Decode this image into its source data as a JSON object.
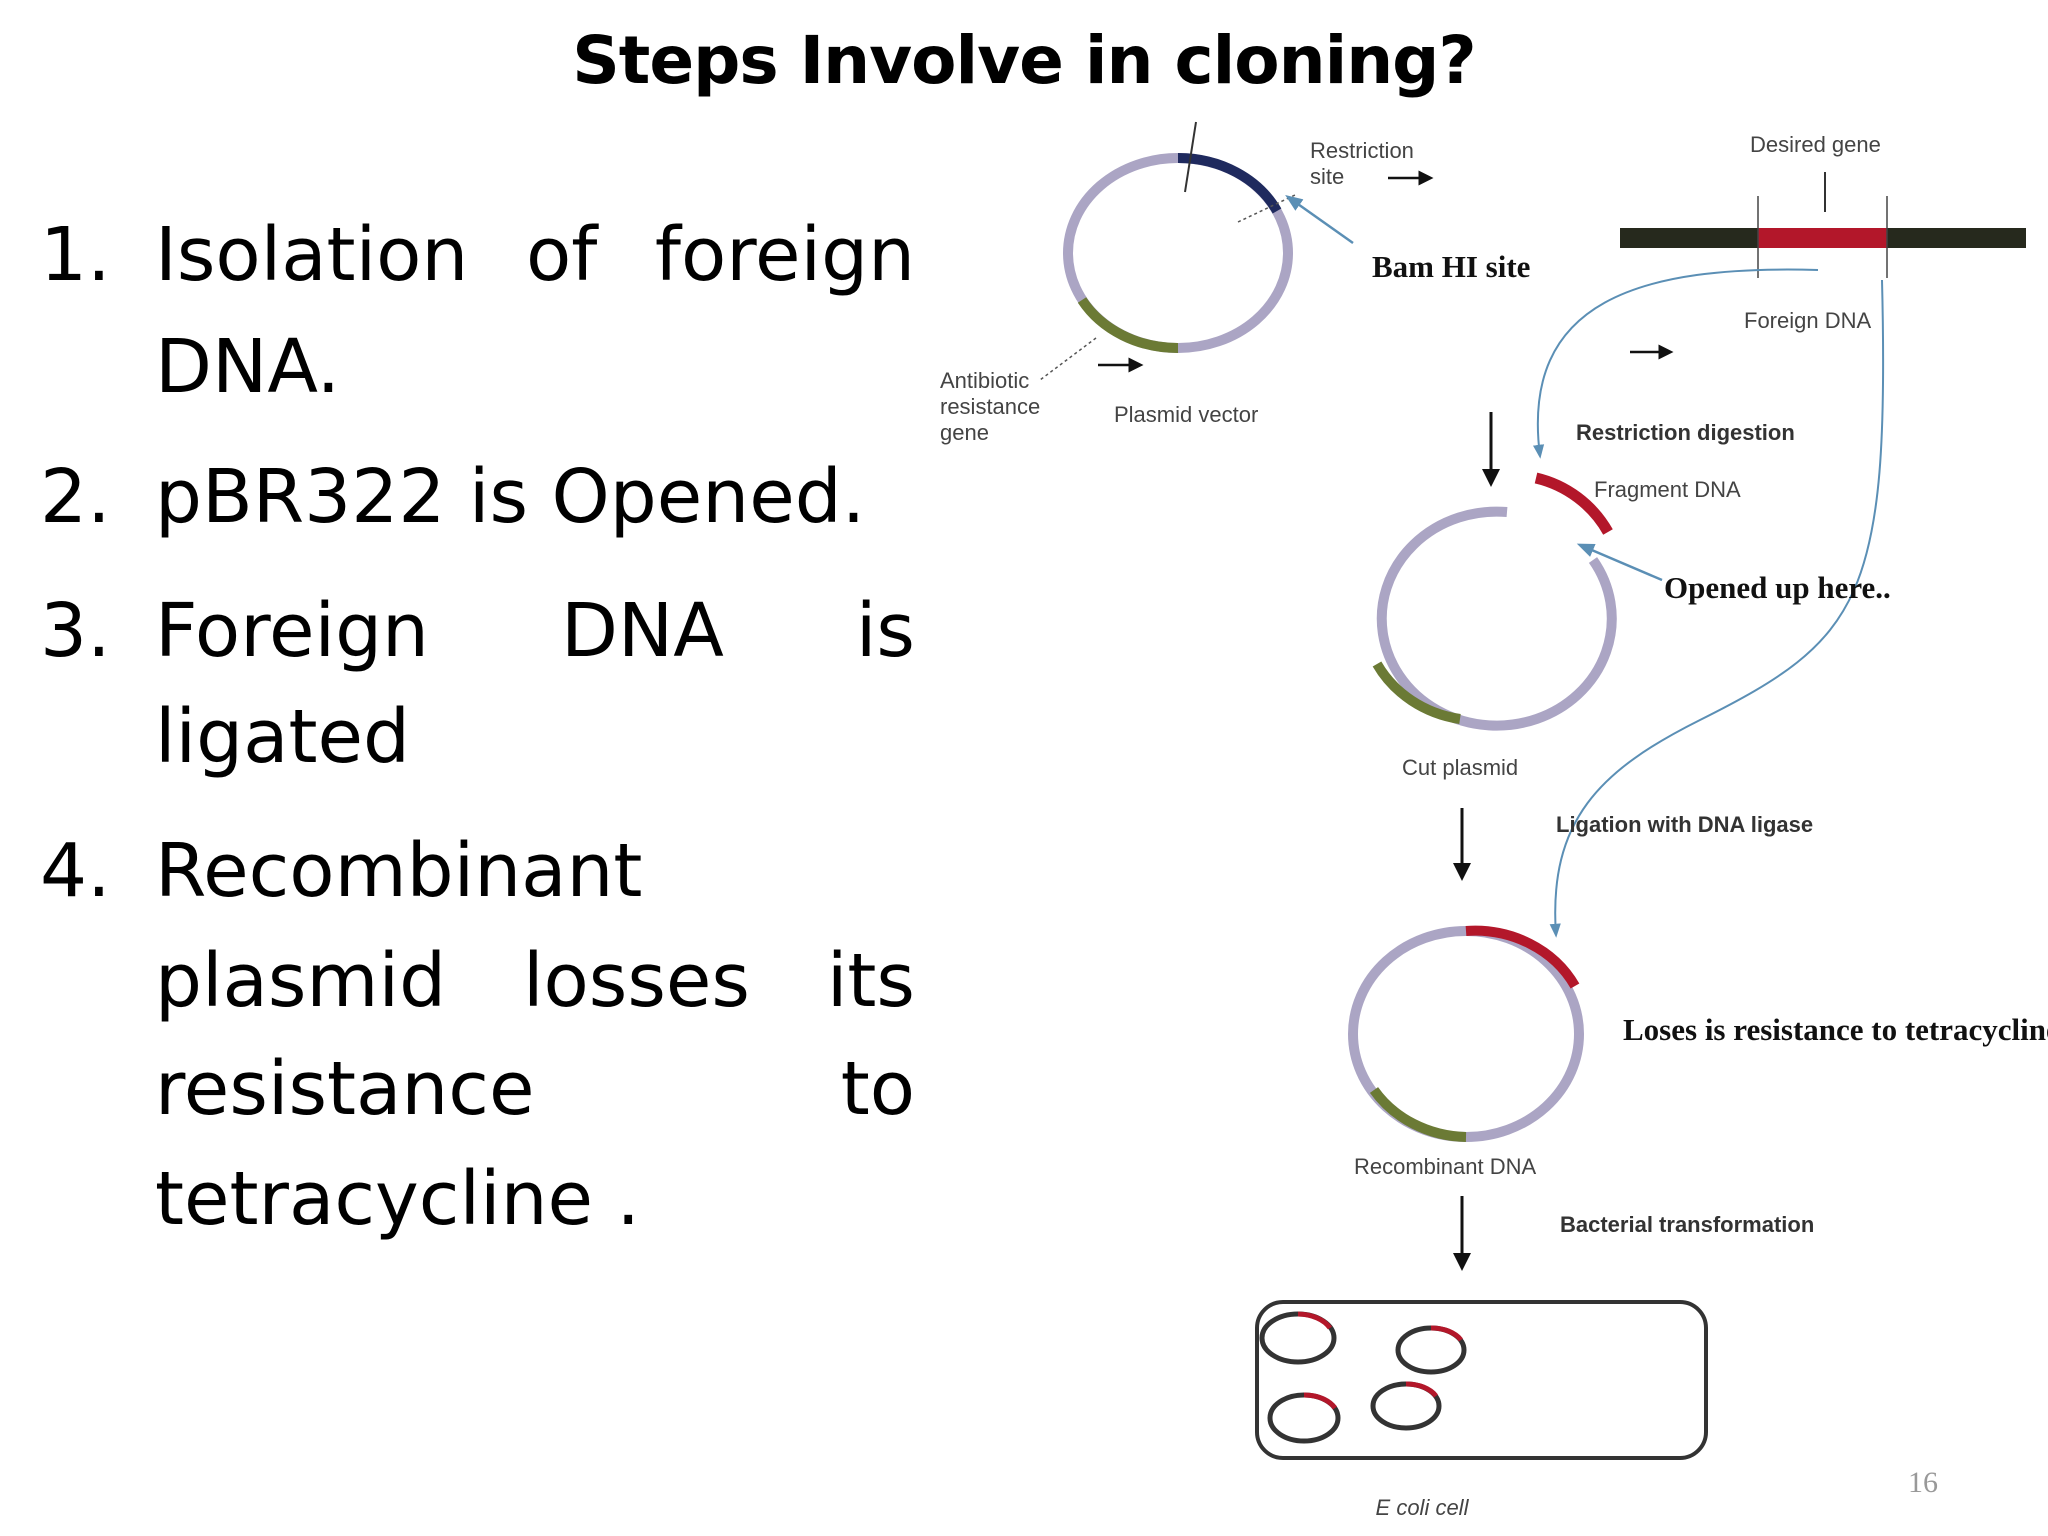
{
  "title": "Steps Involve in cloning?",
  "steps": [
    {
      "number": "1.",
      "lines": [
        [
          "Isolation",
          "of",
          "foreign"
        ],
        [
          "DNA."
        ]
      ]
    },
    {
      "number": "2.",
      "lines": [
        [
          "pBR322 is Opened."
        ]
      ]
    },
    {
      "number": "3.",
      "lines": [
        [
          "Foreign",
          "DNA",
          "is"
        ],
        [
          "ligated"
        ]
      ]
    },
    {
      "number": "4.",
      "lines": [
        [
          "Recombinant"
        ],
        [
          "plasmid",
          "losses",
          "its"
        ],
        [
          "resistance",
          "to"
        ],
        [
          "tetracycline ."
        ]
      ]
    }
  ],
  "diagram": {
    "restriction_site": [
      "Restriction",
      "site"
    ],
    "bam_site": "Bam HI site",
    "antibiotic_gene": [
      "Antibiotic",
      "resistance",
      "gene"
    ],
    "plasmid_vector": "Plasmid vector",
    "desired_gene": "Desired gene",
    "foreign_dna": "Foreign DNA",
    "restriction_digestion": "Restriction digestion",
    "fragment_dna": "Fragment DNA",
    "opened_here": "Opened up here..",
    "cut_plasmid": "Cut plasmid",
    "ligation": "Ligation with DNA ligase",
    "loses_resistance": "Loses is resistance to tetracyclines",
    "recombinant_dna": "Recombinant DNA",
    "bacterial_transformation": "Bacterial transformation",
    "ecoli": "E coli cell"
  },
  "page_number": "16",
  "colors": {
    "plasmid": "#aba5c4",
    "resistance_gene": "#6b7a35",
    "restriction_site": "#1f2a5e",
    "foreign_gene": "#b3172a",
    "dna_strand": "#26291d",
    "pointer_arrow": "#5b8fb5"
  }
}
